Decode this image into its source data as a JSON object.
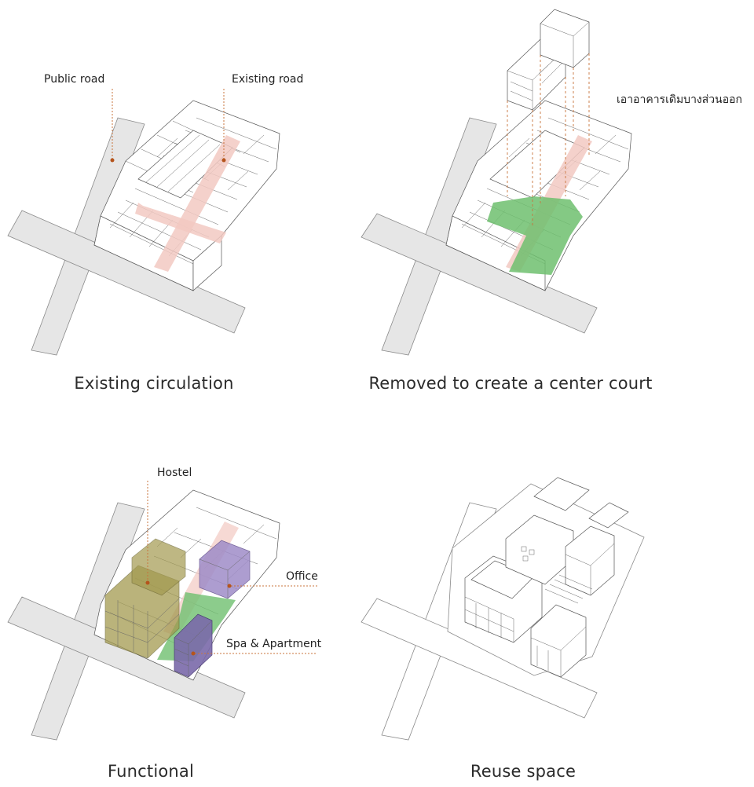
{
  "panels": [
    {
      "caption": "Existing circulation",
      "callouts": {
        "public_road": "Public road",
        "existing_road": "Existing road"
      }
    },
    {
      "caption": "Removed to create a center court",
      "callouts": {
        "thai_note": "เอาอาคารเดิมบางส่วนออก"
      }
    },
    {
      "caption": "Functional",
      "callouts": {
        "hostel": "Hostel",
        "office": "Office",
        "spa": "Spa & Apartment"
      }
    },
    {
      "caption": "Reuse space",
      "callouts": {}
    }
  ],
  "colors": {
    "road": "#e6e6e6",
    "circulation": "#f2c9c2",
    "court": "#6fbf6f",
    "hostel": "#a39a50",
    "office": "#9f8cc8",
    "spa": "#7b6aaa",
    "leader": "#c8743c"
  }
}
